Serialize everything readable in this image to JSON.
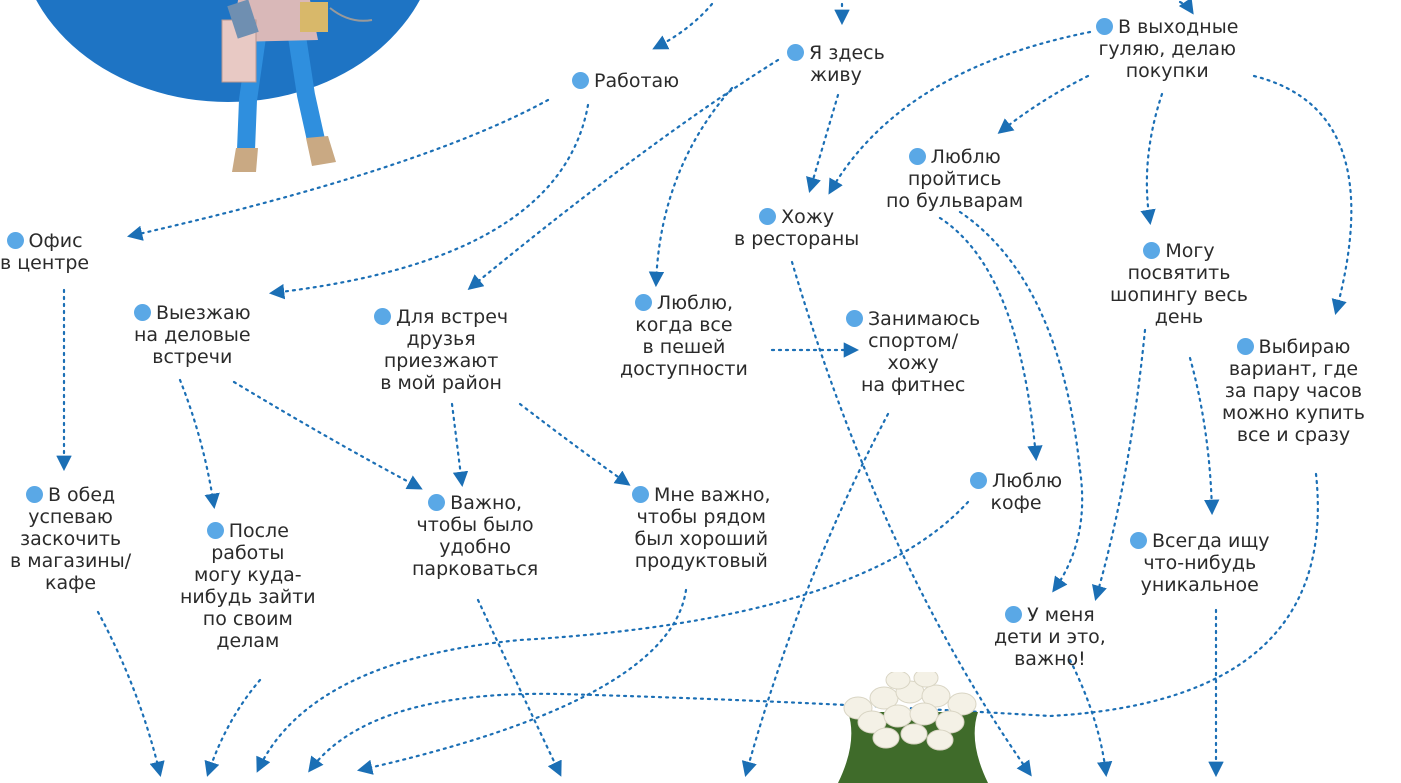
{
  "colors": {
    "accent": "#1b6fb5",
    "dot": "#5aa8e6",
    "circle": "#1e74c4",
    "text": "#2b2b2b"
  },
  "nodes": [
    {
      "id": "rabotayu",
      "lines": [
        "Работаю"
      ]
    },
    {
      "id": "zhivu",
      "lines": [
        "Я здесь",
        "живу"
      ]
    },
    {
      "id": "vyhodnye",
      "lines": [
        "В выходные",
        "гуляю, делаю",
        "покупки"
      ]
    },
    {
      "id": "bulvary",
      "lines": [
        "Люблю",
        "пройтись",
        "по бульварам"
      ]
    },
    {
      "id": "restorany",
      "lines": [
        "Хожу",
        "в рестораны"
      ]
    },
    {
      "id": "ofis",
      "lines": [
        "Офис",
        "в центре"
      ]
    },
    {
      "id": "shoping",
      "lines": [
        "Могу",
        "посвятить",
        "шопингу весь",
        "день"
      ]
    },
    {
      "id": "delovye",
      "lines": [
        "Выезжаю",
        "на деловые",
        "встречи"
      ]
    },
    {
      "id": "druzya",
      "lines": [
        "Для встреч",
        "друзья",
        "приезжают",
        "в мой район"
      ]
    },
    {
      "id": "peshey",
      "lines": [
        "Люблю,",
        "когда все",
        "в пешей",
        "доступности"
      ]
    },
    {
      "id": "sport",
      "lines": [
        "Занимаюсь",
        "спортом/",
        "хожу",
        "на фитнес"
      ]
    },
    {
      "id": "vybirayu",
      "lines": [
        "Выбираю",
        "вариант, где",
        "за пару часов",
        "можно купить",
        "все и сразу"
      ]
    },
    {
      "id": "obed",
      "lines": [
        "В обед",
        "успеваю",
        "заскочить",
        "в магазины/",
        "кафе"
      ]
    },
    {
      "id": "kofe",
      "lines": [
        "Люблю",
        "кофе"
      ]
    },
    {
      "id": "posle",
      "lines": [
        "После",
        "работы",
        "могу куда-",
        "нибудь зайти",
        "по своим",
        "делам"
      ]
    },
    {
      "id": "parkovka",
      "lines": [
        "Важно,",
        "чтобы было",
        "удобно",
        "парковаться"
      ]
    },
    {
      "id": "produktovy",
      "lines": [
        "Мне важно,",
        "чтобы рядом",
        "был хороший",
        "продуктовый"
      ]
    },
    {
      "id": "unikalnoe",
      "lines": [
        "Всегда ищу",
        "что-нибудь",
        "уникальное"
      ]
    },
    {
      "id": "deti",
      "lines": [
        "У меня",
        "дети и это,",
        "важно!"
      ]
    }
  ],
  "illustration": {
    "subject": "woman-with-shopping-bags"
  },
  "photo": {
    "subject": "white-roses-bouquet"
  }
}
